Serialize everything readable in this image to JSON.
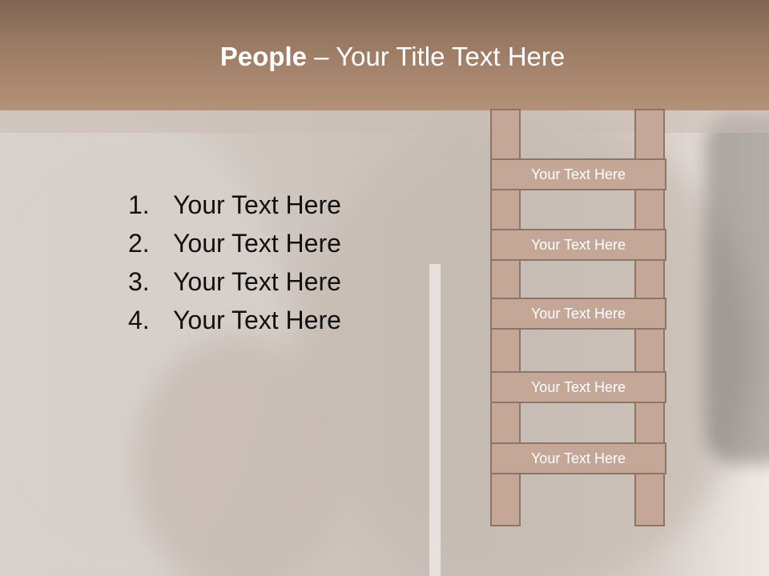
{
  "slide": {
    "title_bold": "People",
    "title_sep": " – ",
    "title_rest": "Your Title Text Here"
  },
  "list": [
    {
      "num": "1.",
      "text": "Your Text Here"
    },
    {
      "num": "2.",
      "text": "Your Text Here"
    },
    {
      "num": "3.",
      "text": "Your Text Here"
    },
    {
      "num": "4.",
      "text": "Your Text Here"
    }
  ],
  "ladder": {
    "rungs": [
      "Your Text Here",
      "Your Text Here",
      "Your Text Here",
      "Your Text Here",
      "Your Text Here"
    ]
  },
  "colors": {
    "header": "#9b7a64",
    "ladder_fill": "#c4a796",
    "ladder_border": "#8d7566"
  }
}
